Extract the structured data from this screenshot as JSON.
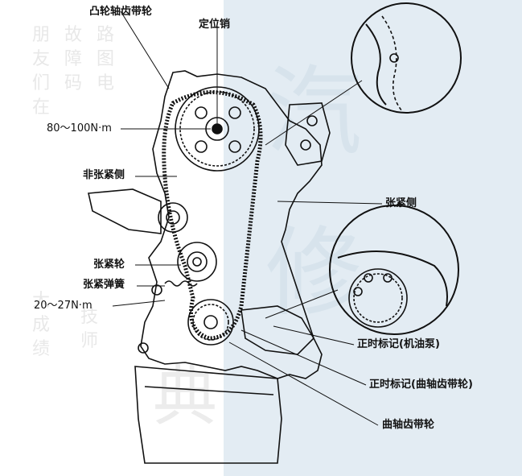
{
  "diagram": {
    "labels": {
      "camshaft_sprocket": "凸轮轴齿带轮",
      "locating_pin": "定位销",
      "torque_cam": "80～100N·m",
      "non_tension_side": "非张紧侧",
      "tension_side": "张紧侧",
      "tensioner_pulley": "张紧轮",
      "tensioner_spring": "张紧弹簧",
      "torque_tensioner": "20～27N·m",
      "timing_mark_oil_pump": "正时标记(机油泵)",
      "timing_mark_crank": "正时标记(曲轴齿带轮)",
      "crankshaft_sprocket": "曲轴齿带轮"
    },
    "watermark": {
      "char_left": "汽",
      "char_right": "修",
      "char_bottom": "典"
    }
  }
}
